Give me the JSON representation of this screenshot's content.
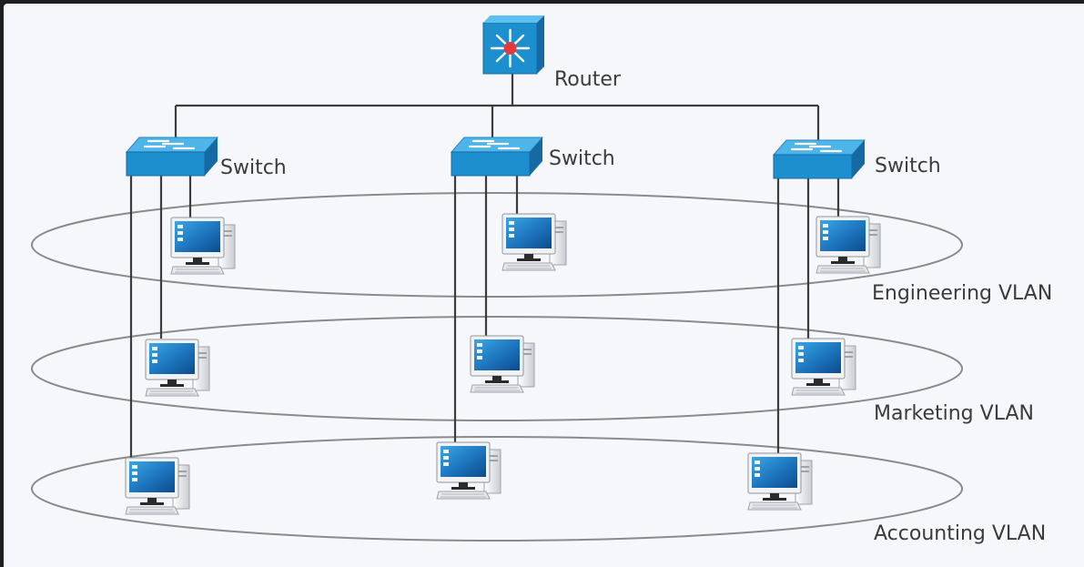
{
  "diagram": {
    "router": {
      "label": "Router"
    },
    "switches": [
      {
        "label": "Switch"
      },
      {
        "label": "Switch"
      },
      {
        "label": "Switch"
      }
    ],
    "vlans": [
      {
        "label": "Engineering VLAN"
      },
      {
        "label": "Marketing VLAN"
      },
      {
        "label": "Accounting VLAN"
      }
    ],
    "colors": {
      "device_blue": "#1e8fce",
      "device_blue_dark": "#1669a3",
      "router_hub": "#e23b3b",
      "line": "#3d3d3d",
      "ring": "#8a8a8a",
      "text": "#3b3b3b"
    }
  }
}
